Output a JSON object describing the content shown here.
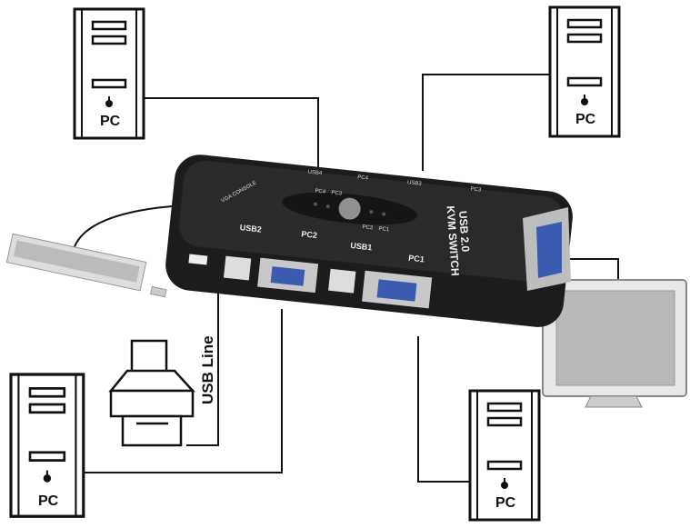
{
  "pcs": [
    {
      "label": "PC"
    },
    {
      "label": "PC"
    },
    {
      "label": "PC"
    },
    {
      "label": "PC"
    }
  ],
  "usb_line_label": "USB Line",
  "device": {
    "title_line1": "USB 2.0",
    "title_line2": "KVM SWITCH",
    "front_ports": [
      "USB2",
      "PC2",
      "USB1",
      "PC1"
    ],
    "back_ports": [
      "USB4",
      "PC4",
      "USB3",
      "PC3"
    ],
    "led_labels": [
      "PC4",
      "PC3",
      "PC2",
      "PC1"
    ],
    "console_label": "VGA CONSOLE"
  },
  "colors": {
    "device": "#1c1c1e",
    "vga": "#3a5bb0",
    "line": "#111111"
  }
}
